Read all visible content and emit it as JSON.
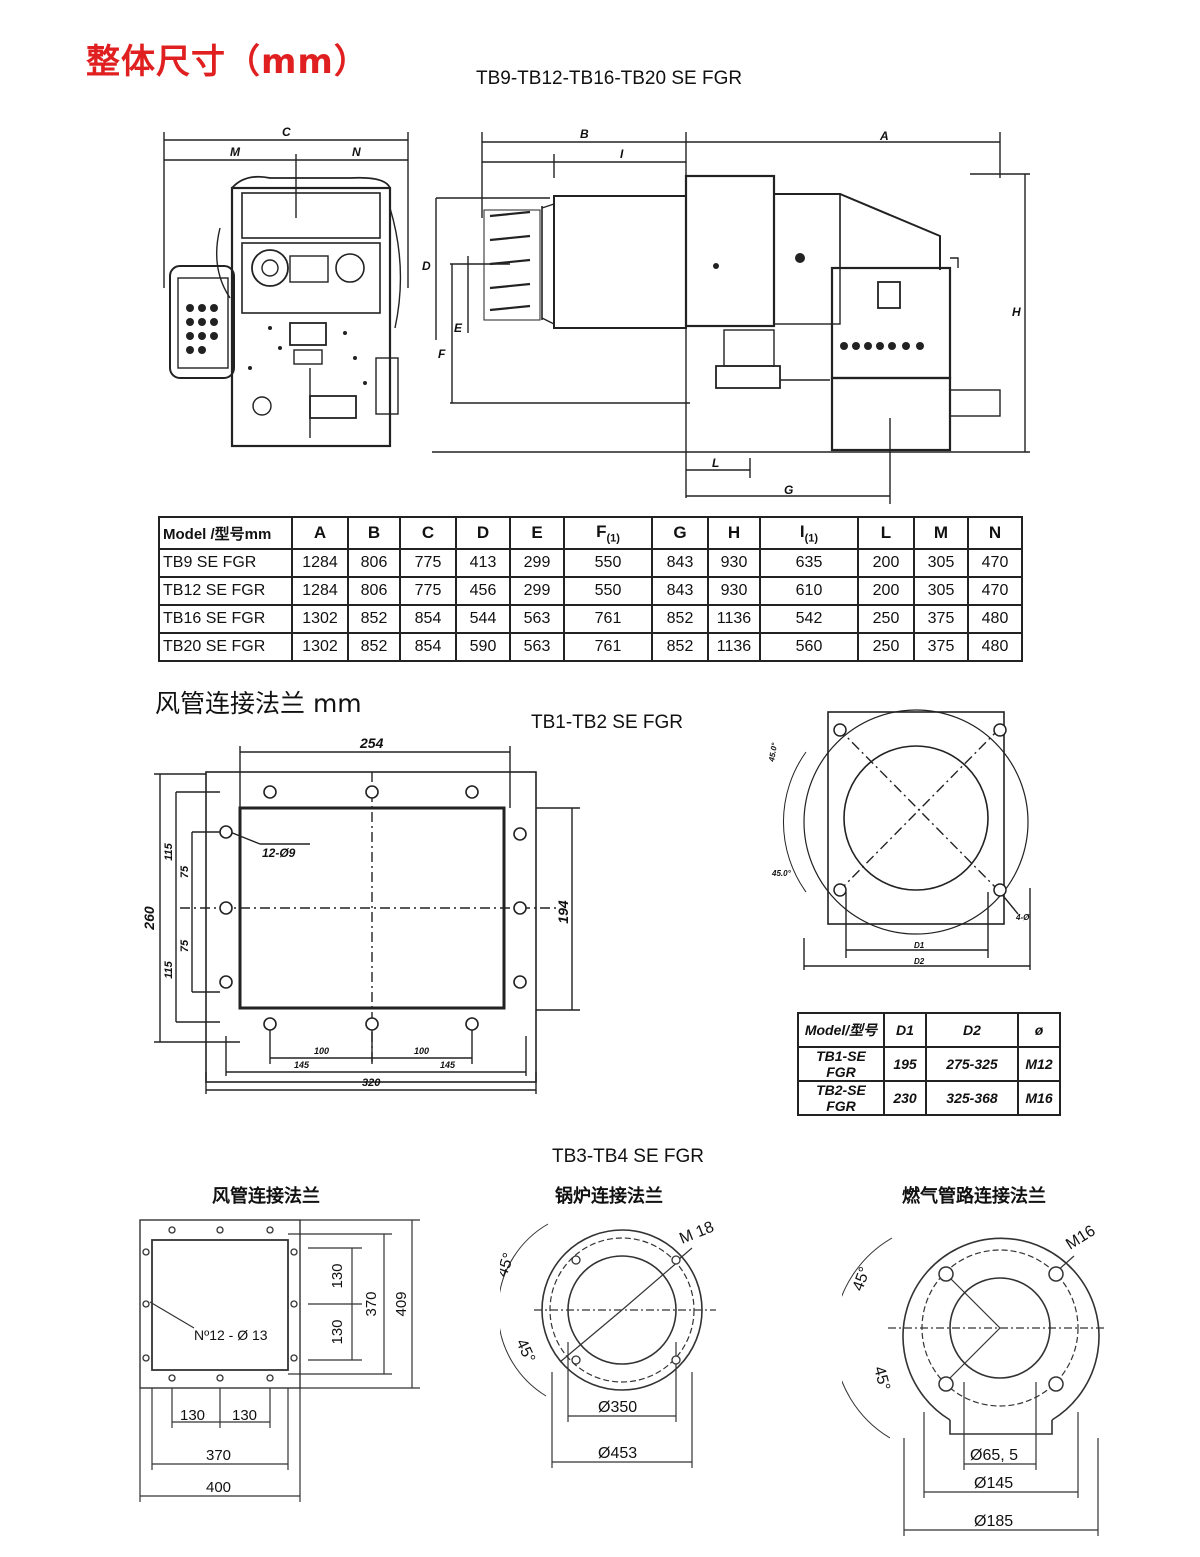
{
  "page": {
    "title": "整体尺寸（mm）",
    "subtitle_main": "TB9-TB12-TB16-TB20 SE FGR",
    "section_duct": "风管连接法兰 mm",
    "subtitle_tb12": "TB1-TB2 SE FGR",
    "subtitle_tb34": "TB3-TB4 SE FGR",
    "label_duct_flange": "风管连接法兰",
    "label_boiler_flange": "锅炉连接法兰",
    "label_gas_flange": "燃气管路连接法兰"
  },
  "drawing_main": {
    "front_labels": {
      "C": "C",
      "M": "M",
      "N": "N"
    },
    "side_labels": {
      "B": "B",
      "A": "A",
      "I": "I",
      "D": "D",
      "E": "E",
      "F": "F",
      "H": "H",
      "L": "L",
      "G": "G"
    }
  },
  "dims_table": {
    "headers": [
      "Model /型号mm",
      "A",
      "B",
      "C",
      "D",
      "E",
      "F",
      "G",
      "H",
      "I",
      "L",
      "M",
      "N"
    ],
    "header_subs": {
      "F": "(1)",
      "I": "(1)"
    },
    "rows": [
      [
        "TB9 SE FGR",
        "1284",
        "806",
        "775",
        "413",
        "299",
        "550",
        "843",
        "930",
        "635",
        "200",
        "305",
        "470"
      ],
      [
        "TB12 SE FGR",
        "1284",
        "806",
        "775",
        "456",
        "299",
        "550",
        "843",
        "930",
        "610",
        "200",
        "305",
        "470"
      ],
      [
        "TB16 SE FGR",
        "1302",
        "852",
        "854",
        "544",
        "563",
        "761",
        "852",
        "1136",
        "542",
        "250",
        "375",
        "480"
      ],
      [
        "TB20 SE FGR",
        "1302",
        "852",
        "854",
        "590",
        "563",
        "761",
        "852",
        "1136",
        "560",
        "250",
        "375",
        "480"
      ]
    ]
  },
  "tb12_flange": {
    "dim_254": "254",
    "dim_260": "260",
    "dim_194": "194",
    "dim_115a": "115",
    "dim_75a": "75",
    "dim_75b": "75",
    "dim_115b": "115",
    "holes": "12-Ø9",
    "dim_100a": "100",
    "dim_100b": "100",
    "dim_145a": "145",
    "dim_145b": "145",
    "dim_320": "320"
  },
  "tb12_round": {
    "angle_top": "45.0°",
    "angle_mid": "45.0°",
    "holes": "4-Ø",
    "d1": "D1",
    "d2": "D2"
  },
  "tb12_table": {
    "headers": [
      "Model/型号",
      "D1",
      "D2",
      "ø"
    ],
    "rows": [
      [
        "TB1-SE FGR",
        "195",
        "275-325",
        "M12"
      ],
      [
        "TB2-SE FGR",
        "230",
        "325-368",
        "M16"
      ]
    ]
  },
  "tb34_duct": {
    "holes": "Nº12 - Ø 13",
    "v130a": "130",
    "v130b": "130",
    "v370": "370",
    "v409": "409",
    "h130a": "130",
    "h130b": "130",
    "h370": "370",
    "h400": "400"
  },
  "tb34_boiler": {
    "angle_a": "45°",
    "angle_b": "45°",
    "thread": "M 18",
    "d350": "Ø350",
    "d453": "Ø453"
  },
  "tb34_gas": {
    "angle_a": "45°",
    "angle_b": "45°",
    "thread": "M16",
    "d65": "Ø65, 5",
    "d145": "Ø145",
    "d185": "Ø185"
  }
}
